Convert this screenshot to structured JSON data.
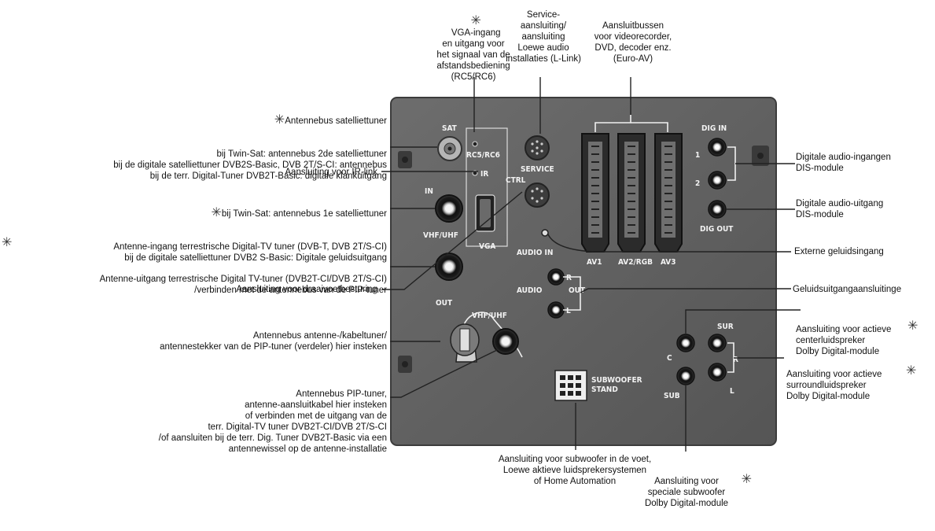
{
  "panel": {
    "sat": "SAT",
    "rc": "RC5/RC6",
    "ir": "IR",
    "service": "SERVICE",
    "ctrl": "CTRL",
    "vga": "VGA",
    "in": "IN",
    "vhfuhf": "VHF/UHF",
    "out": "OUT",
    "audio_in": "AUDIO IN",
    "audio": "AUDIO",
    "r": "R",
    "out2": "OUT",
    "l": "L",
    "av1": "AV1",
    "av2": "AV2/RGB",
    "av3": "AV3",
    "dig_in": "DIG IN",
    "one": "1",
    "two": "2",
    "dig_out": "DIG OUT",
    "vhfuhf2": "VHF/UHF",
    "subwoofer_stand": "SUBWOOFER\nSTAND",
    "sur": "SUR",
    "c": "C",
    "r2": "R",
    "sub": "SUB",
    "l2": "L"
  },
  "labels": {
    "vga": "VGA-ingang\nen uitgang voor\nhet signaal van de\nafstandsbediening\n(RC5/RC6)",
    "service": "Service-\naansluiting/\naansluiting\nLoewe audio\ninstallaties (L-Link)",
    "euroav": "Aansluitbussen\nvoor videorecorder,\nDVD, decoder enz.\n(Euro-AV)",
    "sat_title": "Antennebus satelliettuner",
    "sat": "bij Twin-Sat: antennebus 2de satelliettuner\nbij de digitale satelliettuner DVB2S-Basic, DVB 2T/S-CI: antennebus\nbij de terr. Digital-Tuner DVB2T-Basic: digitale klankuitgang",
    "irlink": "Aansluiting voor IR-link",
    "in_title": "bij Twin-Sat: antennebus 1e satelliettuner",
    "in": "Antenne-ingang terrestrische Digital-TV tuner (DVB-T, DVB 2T/S-CI)\nbij de digitale satelliettuner DVB2 S-Basic: Digitale geluidsuitgang",
    "out": "Antenne-uitgang terrestrische Digital TV-tuner (DVB2T-CI/DVB 2T/S-CI)\n/verbinden met de antennebus van de PIP-tuner",
    "draaivoet": "Aansluiting voor draaivoetbesturing",
    "kabeltuner": "Antennebus antenne-/kabeltuner/\nantennestekker van de PIP-tuner (verdeler) hier insteken",
    "piptuner": "Antennebus PIP-tuner,\nantenne-aansluitkabel hier insteken\nof verbinden met de uitgang van de\nterr. Digital-TV tuner DVB2T-CI/DVB 2T/S-CI\n/of aansluiten bij de terr. Dig. Tuner DVB2T-Basic via een\nantennewissel op de antenne-installatie",
    "subwoofer": "Aansluiting voor subwoofer in de voet,\nLoewe aktieve luidsprekersystemen\nof Home Automation",
    "special_sub": "Aansluiting voor\nspeciale subwoofer\nDolby Digital-module",
    "dig_in": "Digitale audio-ingangen\nDIS-module",
    "dig_out": "Digitale audio-uitgang\nDIS-module",
    "ext_audio": "Externe geluidsingang",
    "audio_out": "Geluidsuitgangaansluitinge",
    "center": "Aansluiting voor actieve\ncenterluidspreker\nDolby Digital-module",
    "surround": "Aansluiting voor actieve\nsurroundluidspreker\nDolby Digital-module",
    "star": "✳"
  }
}
